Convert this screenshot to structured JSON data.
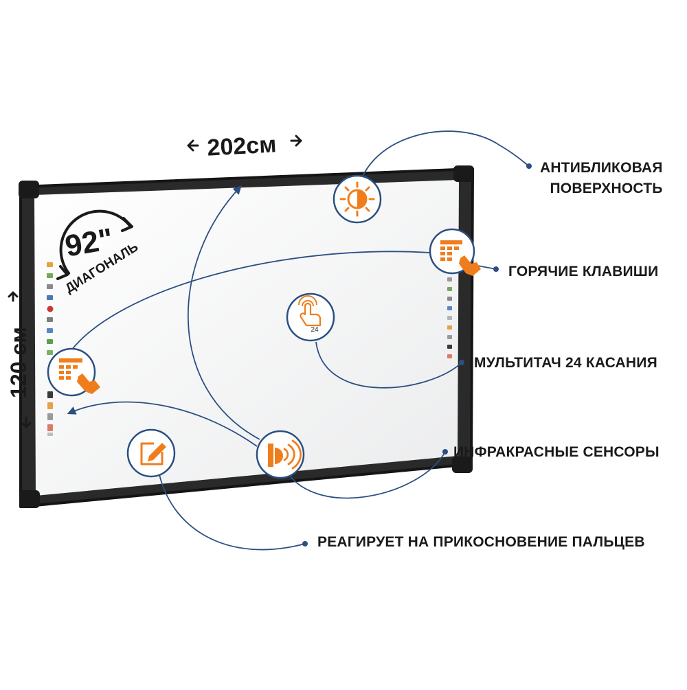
{
  "dimensions": {
    "width_label": "202см",
    "height_label": "120 см",
    "diagonal_value": "92\"",
    "diagonal_label": "ДИАГОНАЛЬ"
  },
  "features": [
    {
      "id": "anti-glare",
      "icon": "sun-contrast-icon",
      "label_lines": [
        "АНТИБЛИКОВАЯ",
        "ПОВЕРХНОСТЬ"
      ]
    },
    {
      "id": "hotkeys",
      "icon": "keypad-touch-icon",
      "label_lines": [
        "ГОРЯЧИЕ КЛАВИШИ"
      ]
    },
    {
      "id": "multitouch",
      "icon": "multitouch-24-icon",
      "icon_text": "24",
      "label_lines": [
        "МУЛЬТИТАЧ 24 КАСАНИЯ"
      ]
    },
    {
      "id": "infrared",
      "icon": "infrared-sensor-icon",
      "label_lines": [
        "ИНФРАКРАСНЫЕ СЕНСОРЫ"
      ]
    },
    {
      "id": "finger-touch",
      "icon": "pen-edit-icon",
      "label_lines": [
        "РЕАГИРУЕТ НА ПРИКОСНОВЕНИЕ ПАЛЬЦЕВ"
      ]
    }
  ],
  "colors": {
    "accent": "#f07d1b",
    "connector": "#2c4f82",
    "frame": "#2a2a2a",
    "text": "#1a1a1a"
  }
}
